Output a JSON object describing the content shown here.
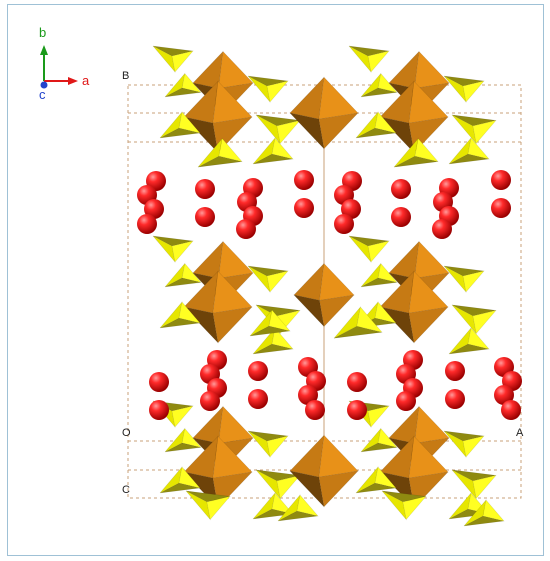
{
  "axes": {
    "b_label": "b",
    "a_label": "a",
    "c_label": "c"
  },
  "cell_corners": {
    "top_left": "B",
    "origin": "O",
    "right": "A",
    "bottom_left": "C"
  },
  "colors": {
    "frame_border": "#9fc1d6",
    "axis_b": "#1a9a1a",
    "axis_a": "#e01818",
    "axis_c": "#2244cc",
    "cell_edge": "#c8a07a",
    "octahedron_light": "#e89118",
    "octahedron_mid": "#c67a14",
    "octahedron_dark": "#6e4309",
    "tetra_bright": "#ffff22",
    "tetra_mid": "#e6e600",
    "tetra_olive": "#8f8a10",
    "oxygen_sphere": "#e01010"
  },
  "legend_icons": [
    "axis-triad-icon"
  ]
}
